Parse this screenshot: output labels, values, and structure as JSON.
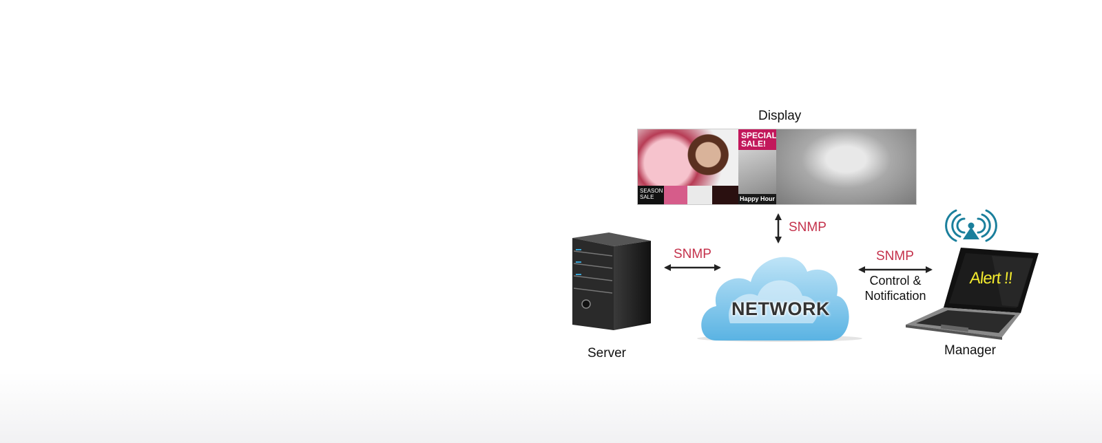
{
  "diagram": {
    "display_label": "Display",
    "server_label": "Server",
    "manager_label": "Manager",
    "network_label": "NETWORK",
    "snmp_top": "SNMP",
    "snmp_left": "SNMP",
    "snmp_right": "SNMP",
    "control_line1": "Control &",
    "control_line2": "Notification",
    "alert_text": "Alert !!"
  },
  "display_content": {
    "sale_line1": "SPECIAL",
    "sale_line2": "SALE!",
    "happy_hour": "Happy Hour",
    "season_sale": "SEASON SALE"
  },
  "colors": {
    "snmp": "#c4314b",
    "alert": "#f2ea2e",
    "cloud": "#6fc2ea",
    "antenna": "#1a7f9c"
  }
}
